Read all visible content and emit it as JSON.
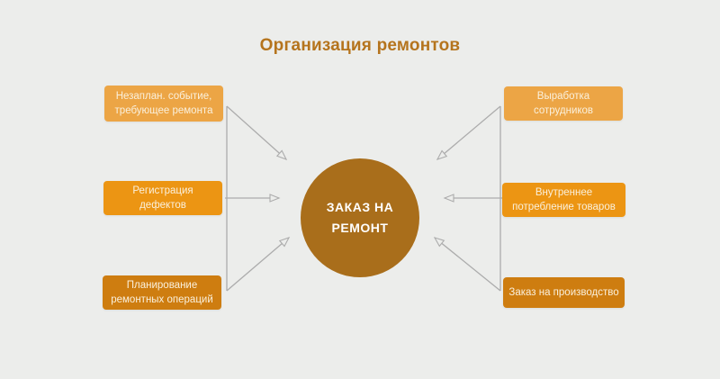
{
  "title": "Организация ремонтов",
  "colors": {
    "background": "#ECEDEB",
    "title_text": "#B5741D",
    "center_circle": "#A96E1B",
    "center_text": "#FFFFFF",
    "node_text": "#FAF0DC",
    "arrow": "#ACACAC",
    "node_light": "#ECA545",
    "node_medium": "#EC9513",
    "node_dark": "#CE7D10"
  },
  "center_node": {
    "label": "ЗАКАЗ НА\nРЕМОНТ"
  },
  "left_nodes": [
    {
      "label": "Незаплан. событие,\nтребующее ремонта",
      "color": "#ECA545"
    },
    {
      "label": "Регистрация\nдефектов",
      "color": "#EC9513"
    },
    {
      "label": "Планирование\nремонтных операций",
      "color": "#CE7D10"
    }
  ],
  "right_nodes": [
    {
      "label": "Выработка\nсотрудников",
      "color": "#ECA545"
    },
    {
      "label": "Внутреннее\nпотребление товаров",
      "color": "#EC9513"
    },
    {
      "label": "Заказ на производство",
      "color": "#CE7D10"
    }
  ]
}
